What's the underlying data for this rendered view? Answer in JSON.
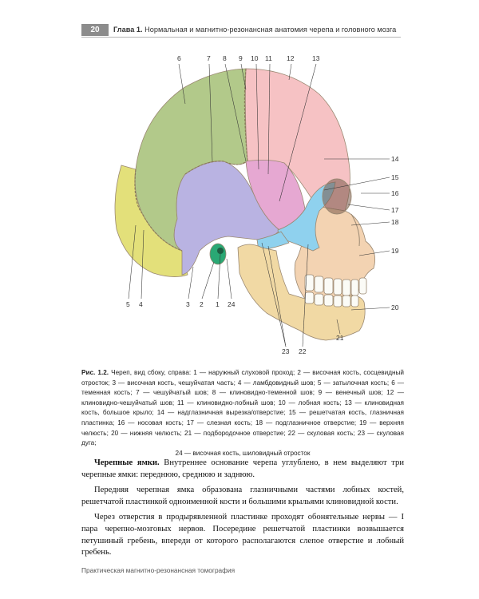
{
  "header": {
    "page_number": "20",
    "chapter": "Глава 1.",
    "chapter_title": "Нормальная и магнитно-резонансная анатомия черепа и головного мозга"
  },
  "figure": {
    "labels": {
      "l1": "1",
      "l2": "2",
      "l3": "3",
      "l4": "4",
      "l5": "5",
      "l6": "6",
      "l7": "7",
      "l8": "8",
      "l9": "9",
      "l10": "10",
      "l11": "11",
      "l12": "12",
      "l13": "13",
      "l14": "14",
      "l15": "15",
      "l16": "16",
      "l17": "17",
      "l18": "18",
      "l19": "19",
      "l20": "20",
      "l21": "21",
      "l22": "22",
      "l23": "23",
      "l24": "24"
    },
    "colors": {
      "parietal": "#b2c98a",
      "temporal": "#b9b3e2",
      "occipital": "#e3e07a",
      "frontal": "#f6c2c4",
      "sphenoid": "#e6a8d2",
      "zygomatic": "#8fd1ee",
      "mandible": "#f1d9a4",
      "maxilla": "#f3d3b2",
      "mastoid": "#2aa874",
      "teeth": "#fbfbf6",
      "outline": "#9a8872"
    }
  },
  "caption": {
    "label": "Рис. 1.2.",
    "text": " Череп, вид сбоку, справа: 1 — наружный слуховой проход; 2 — височная кость, сосцевидный отросток; 3 — височная кость, чешуйчатая часть; 4 — ламбдовидный шов; 5 — затылочная кость; 6 — теменная кость; 7 — чешуйчатый шов; 8 — клиновидно-теменной шов; 9 — венечный шов; 12 — клиновидно-чешуйчатый шов; 11 — клиновидно-лобный шов; 10 — лобная кость; 13 — клиновидная кость, большое крыло; 14 — надглазничная вырезка/отверстие; 15 — решетчатая кость, глазничная пластинка; 16 — носовая кость; 17 — слезная кость; 18 — подглазничное отверстие; 19 — верхняя челюсть; 20 — нижняя челюсть; 21 — подбородочное отверстие; 22 — скуловая кость; 23 — скуловая дуга;",
    "last_line": "24 — височная кость, шиловидный отросток"
  },
  "body": {
    "p1_runin": "Черепные ямки.",
    "p1_text": " Внутреннее основание черепа углублено, в нем выделяют три черепные ямки: переднюю, среднюю и заднюю.",
    "p2": "Передняя черепная ямка образована глазничными частями лобных костей, решетчатой пластинкой одноименной кости и большими крыльями клиновидной кости.",
    "p3": "Через отверстия в продырявленной пластинке проходят обонятельные нервы — I пара черепно-мозговых нервов. Посередине решетчатой пластинки возвышается петушиный гребень, впереди от которого располагаются слепое отверстие и лобный гребень."
  },
  "footer": {
    "text": "Практическая магнитно-резонансная томография"
  }
}
